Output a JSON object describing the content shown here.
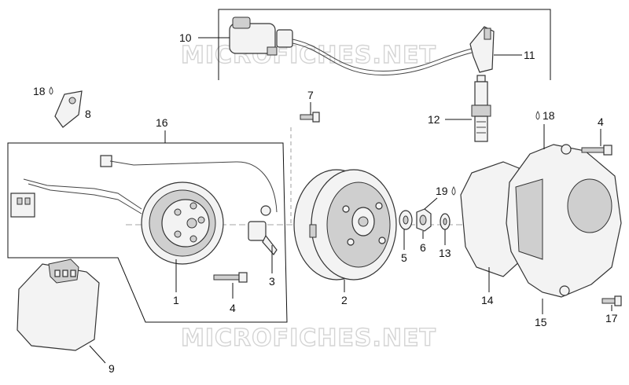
{
  "watermark": {
    "top": "MICROFICHES.NET",
    "bottom": "MICROFICHES.NET"
  },
  "callouts": [
    {
      "id": "c1",
      "text": "1"
    },
    {
      "id": "c2",
      "text": "2"
    },
    {
      "id": "c3",
      "text": "3"
    },
    {
      "id": "c4a",
      "text": "4"
    },
    {
      "id": "c4b",
      "text": "4"
    },
    {
      "id": "c5",
      "text": "5"
    },
    {
      "id": "c6",
      "text": "6"
    },
    {
      "id": "c7",
      "text": "7"
    },
    {
      "id": "c8",
      "text": "8"
    },
    {
      "id": "c9",
      "text": "9"
    },
    {
      "id": "c10",
      "text": "10"
    },
    {
      "id": "c11",
      "text": "11"
    },
    {
      "id": "c12",
      "text": "12"
    },
    {
      "id": "c13",
      "text": "13"
    },
    {
      "id": "c14",
      "text": "14"
    },
    {
      "id": "c15",
      "text": "15"
    },
    {
      "id": "c16",
      "text": "16"
    },
    {
      "id": "c17",
      "text": "17"
    },
    {
      "id": "c18a",
      "text": "18"
    },
    {
      "id": "c18b",
      "text": "18"
    },
    {
      "id": "c19",
      "text": "19"
    }
  ]
}
